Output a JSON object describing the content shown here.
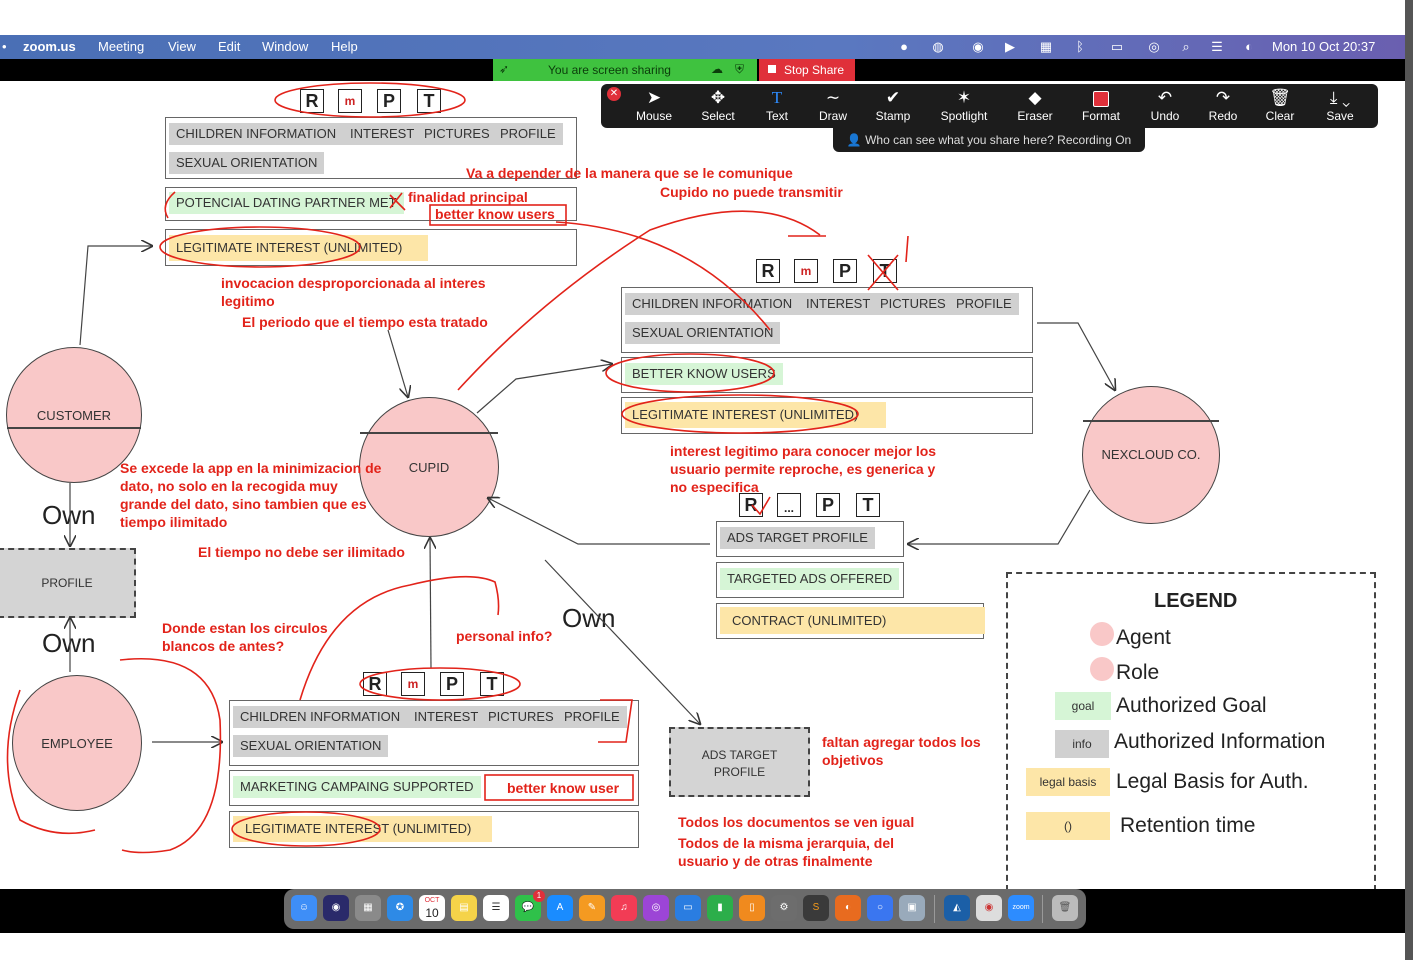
{
  "menubar": {
    "app": "zoom.us",
    "items": [
      "Meeting",
      "View",
      "Edit",
      "Window",
      "Help"
    ],
    "datetime": "Mon 10 Oct  20:37",
    "status_icons": [
      "zoom-icon",
      "creative-cloud-icon",
      "browser-icon",
      "play-icon",
      "flag-icon",
      "bluetooth-icon",
      "battery-icon",
      "user-icon",
      "search-icon",
      "control-center-icon",
      "siri-icon"
    ]
  },
  "sharing": {
    "status": "You are screen sharing",
    "stop_label": "Stop Share",
    "who_can_see": "Who can see what you share here? Recording On"
  },
  "annotate_tools": [
    {
      "label": "Mouse",
      "icon": "cursor-icon"
    },
    {
      "label": "Select",
      "icon": "move-icon"
    },
    {
      "label": "Text",
      "icon": "text-icon"
    },
    {
      "label": "Draw",
      "icon": "draw-icon"
    },
    {
      "label": "Stamp",
      "icon": "checkmark-icon"
    },
    {
      "label": "Spotlight",
      "icon": "wand-icon"
    },
    {
      "label": "Eraser",
      "icon": "eraser-icon"
    },
    {
      "label": "Format",
      "icon": "color-swatch-icon"
    },
    {
      "label": "Undo",
      "icon": "undo-icon"
    },
    {
      "label": "Redo",
      "icon": "redo-icon"
    },
    {
      "label": "Clear",
      "icon": "trash-icon"
    },
    {
      "label": "Save",
      "icon": "download-icon"
    }
  ],
  "icon_row": {
    "r": "R",
    "m": "m",
    "p": "P",
    "t": "T",
    "dots": "..."
  },
  "diagram": {
    "top_box": {
      "chips": [
        "CHILDREN INFORMATION",
        "INTEREST",
        "PICTURES",
        "PROFILE",
        "SEXUAL ORIENTATION"
      ],
      "goal": "POTENCIAL DATING PARTNER MET",
      "basis": "LEGITIMATE INTEREST (UNLIMITED)"
    },
    "right_box": {
      "chips": [
        "CHILDREN INFORMATION",
        "INTEREST",
        "PICTURES",
        "PROFILE",
        "SEXUAL ORIENTATION"
      ],
      "goal": "BETTER KNOW USERS",
      "basis": "LEGITIMATE INTEREST (UNLIMITED)"
    },
    "ads_box": {
      "chip": "ADS TARGET PROFILE",
      "goal": "TARGETED ADS OFFERED",
      "basis": "CONTRACT (UNLIMITED)"
    },
    "bottom_box": {
      "chips": [
        "CHILDREN INFORMATION",
        "INTEREST",
        "PICTURES",
        "PROFILE",
        "SEXUAL ORIENTATION"
      ],
      "goal": "MARKETING CAMPAING SUPPORTED",
      "basis": "LEGITIMATE INTEREST (UNLIMITED)"
    },
    "circles": {
      "customer": "CUSTOMER",
      "cupid": "CUPID",
      "nexcloud": "NEXCLOUD CO.",
      "employee": "EMPLOYEE"
    },
    "profile": "PROFILE",
    "ads_target_profile": "ADS TARGET PROFILE",
    "own": "Own"
  },
  "legend": {
    "title": "LEGEND",
    "agent": "Agent",
    "role": "Role",
    "goal_swatch": "goal",
    "goal_label": "Authorized Goal",
    "info_swatch": "info",
    "info_label": "Authorized Information",
    "basis_swatch": "legal basis",
    "basis_label": "Legal Basis for Auth.",
    "retention_swatch": "()",
    "retention_label": "Retention time"
  },
  "annotations": {
    "a1": "Va a depender de la manera que se le comunique",
    "a2": "Cupido no puede transmitir",
    "a3": "finalidad principal",
    "a4": "better know users",
    "a5": "invocacion desproporcionada al interes",
    "a6": "legitimo",
    "a7": "El periodo que el tiempo esta tratado",
    "a8": "interest legitimo para conocer mejor los",
    "a9": "usuario permite reproche, es generica y",
    "a10": "no especifica",
    "a11": "Se excede la app en la minimizacion de",
    "a12": "dato, no solo en la recogida muy",
    "a13": "grande del dato, sino tambien que es",
    "a14": "tiempo ilimitado",
    "a15": "El tiempo no debe ser ilimitado",
    "a16": "Donde estan los circulos",
    "a17": "blancos de antes?",
    "a18": "personal info?",
    "a19": "better know user",
    "a20": "faltan agregar todos los",
    "a21": "objetivos",
    "a22": "Todos los documentos se ven igual",
    "a23": "Todos de la misma jerarquia, del",
    "a24": "usuario y de otras finalmente"
  },
  "dock": {
    "apps": [
      "finder-icon",
      "siri-icon",
      "launchpad-icon",
      "safari-icon",
      "calendar-icon",
      "notes-icon",
      "reminders-icon",
      "messages-icon",
      "app-store-icon",
      "pages-icon",
      "music-icon",
      "podcasts-icon",
      "keynote-icon",
      "numbers-icon",
      "books-icon",
      "settings-icon",
      "sublime-icon",
      "firefox-icon",
      "signal-icon",
      "preview-icon",
      "browser-icon",
      "chrome-icon",
      "zoom-icon",
      "trash-icon"
    ],
    "calendar_day": "10",
    "calendar_month": "OCT",
    "messages_badge": "1"
  },
  "colors": {
    "annotation": "#e2231a",
    "role": "#f9c8c8",
    "goal": "#d6f5d6",
    "info": "#d0d0d0",
    "basis": "#fde6a8",
    "zoom_green": "#3fc23f",
    "stop_red": "#e0303a"
  }
}
